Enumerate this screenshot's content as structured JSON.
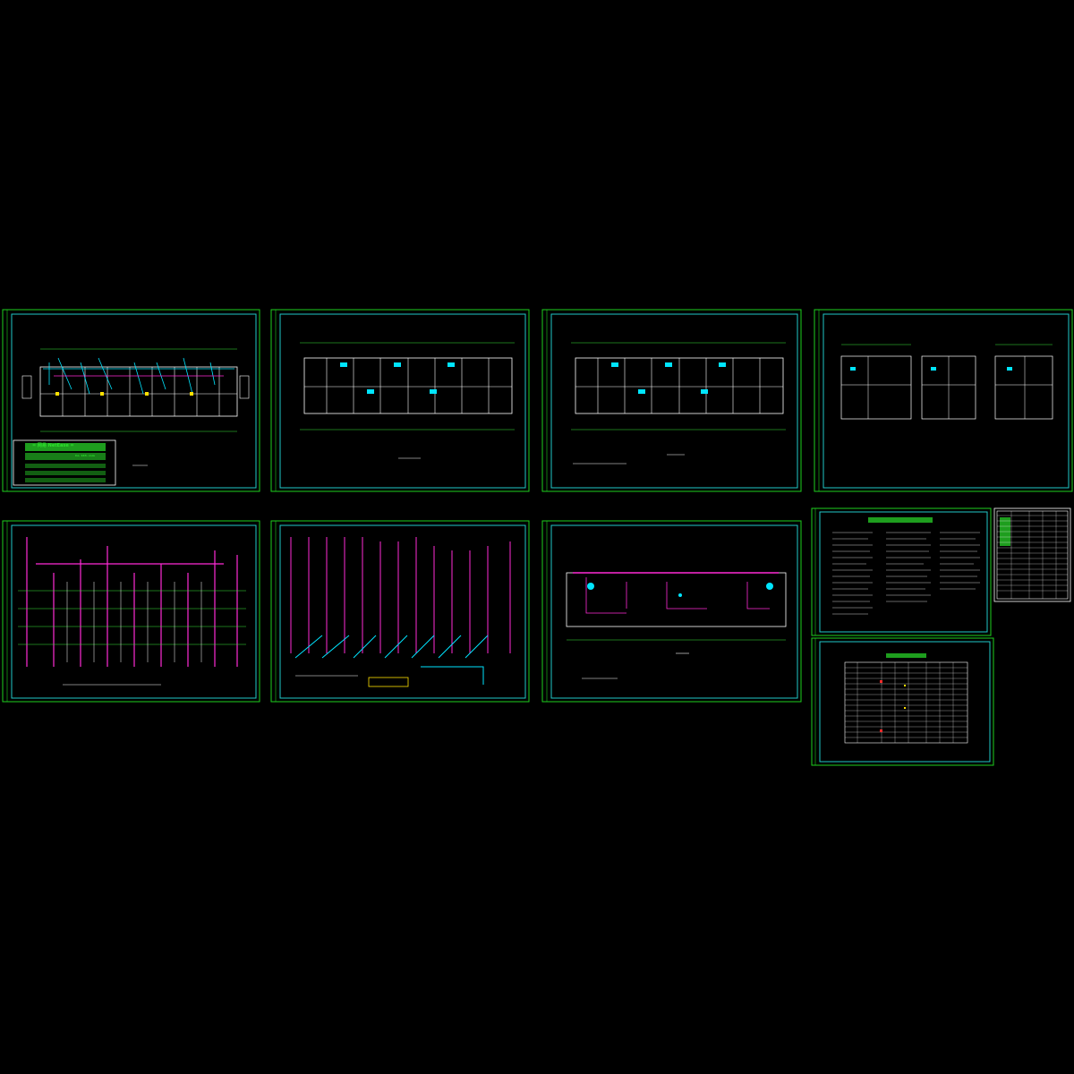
{
  "app": {
    "background": "#000000"
  },
  "colors": {
    "frame_outer": "#1ecf1e",
    "frame_inner": "#20c8c8",
    "wall": "#ffffff",
    "dim": "#39e639",
    "pipe_cyan": "#00e5ff",
    "pipe_magenta": "#ff2bd6",
    "fixture_yellow": "#ffe000",
    "stamp_green": "#1e9e1e",
    "red_mark": "#ff2a2a"
  },
  "sheets": [
    {
      "id": "sheet-1",
      "kind": "floor-plan-ground"
    },
    {
      "id": "sheet-2",
      "kind": "floor-plan-typical"
    },
    {
      "id": "sheet-3",
      "kind": "floor-plan-typical-2"
    },
    {
      "id": "sheet-4",
      "kind": "unit-plans"
    },
    {
      "id": "sheet-5",
      "kind": "riser-system"
    },
    {
      "id": "sheet-6",
      "kind": "drainage-riser"
    },
    {
      "id": "sheet-7",
      "kind": "roof-plan"
    },
    {
      "id": "sheet-8",
      "kind": "design-notes"
    },
    {
      "id": "sheet-9",
      "kind": "materials-table"
    },
    {
      "id": "sheet-10",
      "kind": "drawing-index"
    }
  ],
  "stamp": {
    "line1": "= 网易 NetEase =",
    "line2": "Co. 163. com"
  },
  "labels": {
    "sheet2_title": "",
    "sheet3_title": "",
    "sheet8_title": "",
    "sheet10_title": ""
  }
}
